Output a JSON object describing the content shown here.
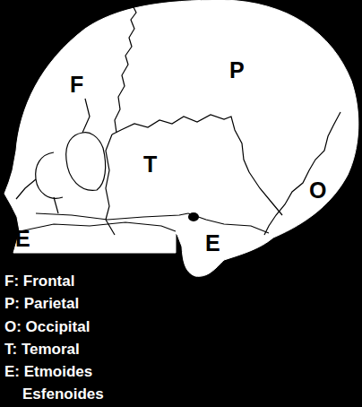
{
  "diagram": {
    "labels": [
      "F",
      "P",
      "T",
      "O",
      "E",
      "E",
      "F: Frontal",
      "P: Parietal",
      "O: Occipital",
      "T: Temoral",
      "E: Etmoides",
      "Esfenoides"
    ]
  }
}
